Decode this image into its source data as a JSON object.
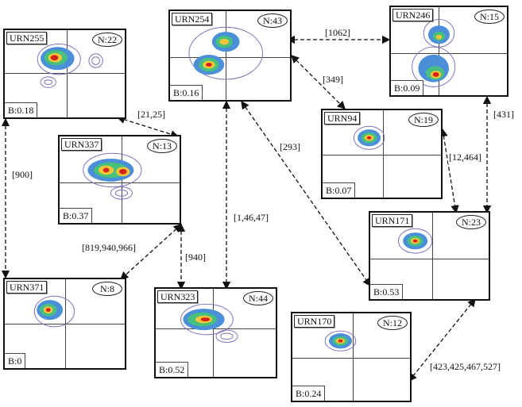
{
  "panels": [
    {
      "id": "URN255",
      "n": "N:22",
      "b": "B:0.18"
    },
    {
      "id": "URN254",
      "n": "N:43",
      "b": "B:0.16"
    },
    {
      "id": "URN246",
      "n": "N:15",
      "b": "B:0.09"
    },
    {
      "id": "URN337",
      "n": "N:13",
      "b": "B:0.37"
    },
    {
      "id": "URN94",
      "n": "N:19",
      "b": "B:0.07"
    },
    {
      "id": "URN171",
      "n": "N:23",
      "b": "B:0.53"
    },
    {
      "id": "URN371",
      "n": "N:8",
      "b": "B:0"
    },
    {
      "id": "URN323",
      "n": "N:44",
      "b": "B:0.52"
    },
    {
      "id": "URN170",
      "n": "N:12",
      "b": "B:0.24"
    }
  ],
  "edges": [
    {
      "label": "[1062]"
    },
    {
      "label": "[349]"
    },
    {
      "label": "[21,25]"
    },
    {
      "label": "[431]"
    },
    {
      "label": "[293]"
    },
    {
      "label": "[900]"
    },
    {
      "label": "[12,464]"
    },
    {
      "label": "[1,46,47]"
    },
    {
      "label": "[819,940,966]"
    },
    {
      "label": "[940]"
    },
    {
      "label": "[423,425,467,527]"
    }
  ],
  "colors": {
    "hot": "#d4231a",
    "warm": "#f2c53a",
    "mid": "#46c07c",
    "cool": "#4a8fd8",
    "cold": "#7d6fb5"
  }
}
